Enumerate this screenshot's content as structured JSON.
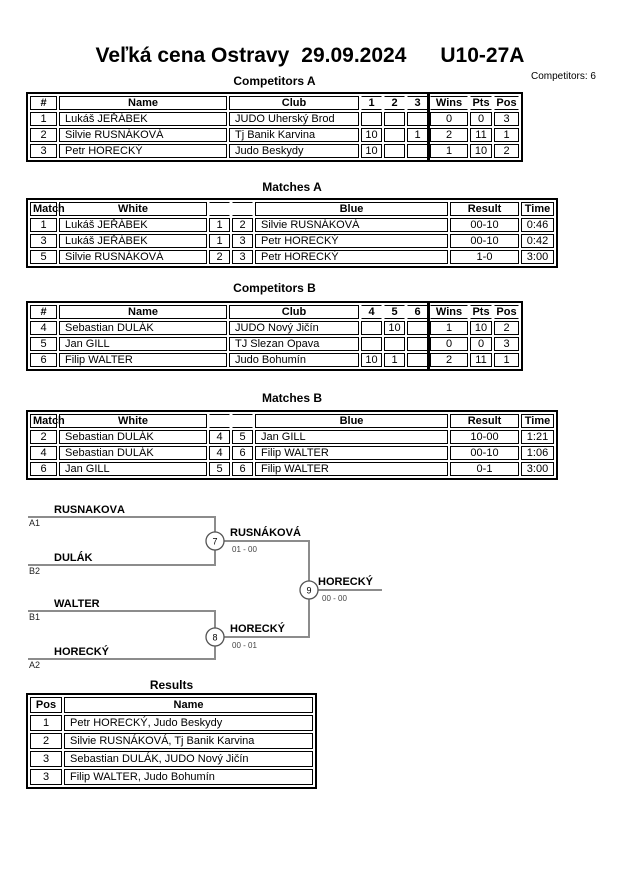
{
  "header": {
    "event": "Veľká cena Ostravy",
    "date": "29.09.2024",
    "category": "U10-27A",
    "competitors_note": "Competitors: 6"
  },
  "competitors_a": {
    "title": "Competitors A",
    "headers": [
      "#",
      "Name",
      "Club",
      "1",
      "2",
      "3",
      "Wins",
      "Pts",
      "Pos"
    ],
    "rows": [
      {
        "num": "1",
        "name": "Lukáš JEŘÁBEK",
        "club": "JUDO Uherský Brod",
        "c1": "",
        "c2": "",
        "c3": "",
        "wins": "0",
        "pts": "0",
        "pos": "3"
      },
      {
        "num": "2",
        "name": "Silvie RUSNÁKOVÁ",
        "club": "Tj Banik Karvina",
        "c1": "10",
        "c2": "",
        "c3": "1",
        "wins": "2",
        "pts": "11",
        "pos": "1"
      },
      {
        "num": "3",
        "name": "Petr HORECKÝ",
        "club": "Judo Beskydy",
        "c1": "10",
        "c2": "",
        "c3": "",
        "wins": "1",
        "pts": "10",
        "pos": "2"
      }
    ]
  },
  "matches_a": {
    "title": "Matches A",
    "headers": [
      "Match",
      "White",
      "Blue",
      "Result",
      "Time"
    ],
    "rows": [
      {
        "match": "1",
        "white": "Lukáš JEŘÁBEK",
        "wnum": "1",
        "bnum": "2",
        "blue": "Silvie RUSNÁKOVÁ",
        "result": "00-10",
        "time": "0:46"
      },
      {
        "match": "3",
        "white": "Lukáš JEŘÁBEK",
        "wnum": "1",
        "bnum": "3",
        "blue": "Petr HORECKÝ",
        "result": "00-10",
        "time": "0:42"
      },
      {
        "match": "5",
        "white": "Silvie RUSNÁKOVÁ",
        "wnum": "2",
        "bnum": "3",
        "blue": "Petr HORECKÝ",
        "result": "1-0",
        "time": "3:00"
      }
    ]
  },
  "competitors_b": {
    "title": "Competitors B",
    "headers": [
      "#",
      "Name",
      "Club",
      "4",
      "5",
      "6",
      "Wins",
      "Pts",
      "Pos"
    ],
    "rows": [
      {
        "num": "4",
        "name": "Sebastian DULÁK",
        "club": "JUDO Nový Jičín",
        "c1": "",
        "c2": "10",
        "c3": "",
        "wins": "1",
        "pts": "10",
        "pos": "2"
      },
      {
        "num": "5",
        "name": "Jan GILL",
        "club": "TJ Slezan Opava",
        "c1": "",
        "c2": "",
        "c3": "",
        "wins": "0",
        "pts": "0",
        "pos": "3"
      },
      {
        "num": "6",
        "name": "Filip WALTER",
        "club": "Judo Bohumín",
        "c1": "10",
        "c2": "1",
        "c3": "",
        "wins": "2",
        "pts": "11",
        "pos": "1"
      }
    ]
  },
  "matches_b": {
    "title": "Matches B",
    "headers": [
      "Match",
      "White",
      "Blue",
      "Result",
      "Time"
    ],
    "rows": [
      {
        "match": "2",
        "white": "Sebastian DULÁK",
        "wnum": "4",
        "bnum": "5",
        "blue": "Jan GILL",
        "result": "10-00",
        "time": "1:21"
      },
      {
        "match": "4",
        "white": "Sebastian DULÁK",
        "wnum": "4",
        "bnum": "6",
        "blue": "Filip WALTER",
        "result": "00-10",
        "time": "1:06"
      },
      {
        "match": "6",
        "white": "Jan GILL",
        "wnum": "5",
        "bnum": "6",
        "blue": "Filip WALTER",
        "result": "0-1",
        "time": "3:00"
      }
    ]
  },
  "bracket": {
    "semi1": {
      "top": "RUSNÁKOVÁ",
      "top_seed": "A1",
      "bottom": "DULÁK",
      "bottom_seed": "B2",
      "num": "7",
      "winner": "RUSNÁKOVÁ",
      "score": "01 - 00"
    },
    "semi2": {
      "top": "WALTER",
      "top_seed": "B1",
      "bottom": "HORECKÝ",
      "bottom_seed": "A2",
      "num": "8",
      "winner": "HORECKÝ",
      "score": "00 - 01"
    },
    "final": {
      "num": "9",
      "winner": "HORECKÝ",
      "score": "00 - 00"
    }
  },
  "results": {
    "title": "Results",
    "headers": [
      "Pos",
      "Name"
    ],
    "rows": [
      {
        "pos": "1",
        "name": "Petr HORECKÝ, Judo Beskydy"
      },
      {
        "pos": "2",
        "name": "Silvie RUSNÁKOVÁ, Tj Banik Karvina"
      },
      {
        "pos": "3",
        "name": "Sebastian DULÁK, JUDO Nový Jičín"
      },
      {
        "pos": "3",
        "name": "Filip WALTER, Judo Bohumín"
      }
    ]
  }
}
